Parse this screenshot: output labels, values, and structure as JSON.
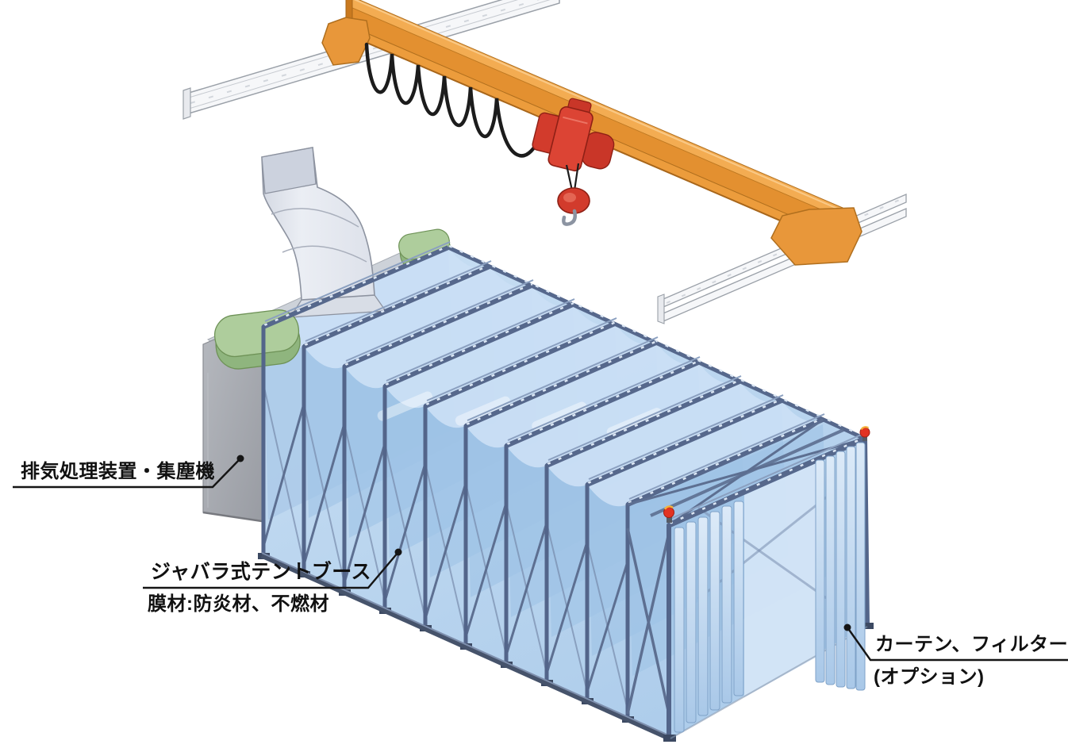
{
  "figure": {
    "description": "Isometric catalog illustration: bellows (jabara) type tent booth under an overhead crane, with exhaust/dust-collector unit, duct, and optional entrance curtains"
  },
  "labels": {
    "exhaust": {
      "text": "排気処理装置・集塵機"
    },
    "booth": {
      "line1": "ジャバラ式テントブース",
      "line2": "膜材:防炎材、不燃材"
    },
    "curtain": {
      "line1": "カーテン、フィルター",
      "line2": "(オプション)"
    }
  },
  "palette": {
    "crane_orange": "#E8973A",
    "crane_orange_dark": "#B06F1E",
    "hoist_red": "#D8422F",
    "hoist_red_dark": "#8E2015",
    "cable_black": "#1C1C1C",
    "rail_white": "#F6F7F9",
    "rail_outline": "#9AA0A8",
    "fabric_blue": "#BFD9F2",
    "fabric_blue_light": "#CBE0F5",
    "fabric_blue_deep": "#9FC3E6",
    "frame_steel": "#56688C",
    "duct_gray": "#E6EAF1",
    "box_gray": "#A9ACB2",
    "deck_gray": "#CDD2D9",
    "blower_green": "#A3C492",
    "beacon_red": "#E23322",
    "label_ink": "#111111"
  },
  "components": [
    "crane-runway-rail-left",
    "crane-runway-rail-right",
    "crane-girder",
    "festoon-cable",
    "hoist-trolley",
    "hook-block",
    "crane-hook",
    "exhaust-unit-body",
    "exhaust-duct",
    "blower-unit-front",
    "blower-unit-rear",
    "bellows-panels",
    "scissor-frames",
    "front-portal",
    "warning-beacons",
    "entrance-curtain-left",
    "entrance-curtain-right",
    "floor-rail"
  ]
}
